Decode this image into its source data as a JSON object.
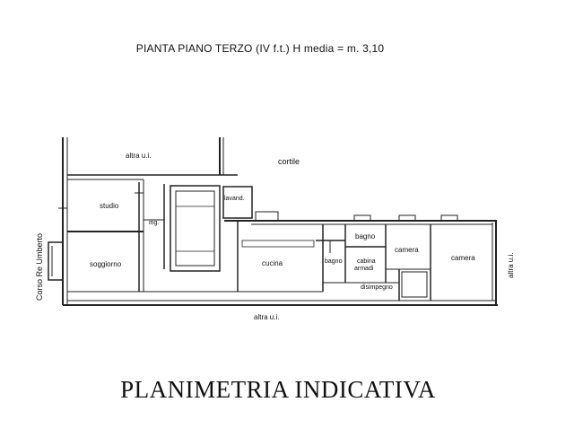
{
  "title": "PIANTA PIANO TERZO (IV f.t.) H media = m. 3,10",
  "footer": "PLANIMETRIA INDICATIVA",
  "labels": {
    "altra_ui_top": "altra u.i.",
    "cortile": "cortile",
    "street": "Corso Re Umberto",
    "altra_ui_right": "altra u.i.",
    "altra_ui_bottom": "altra u.i.",
    "studio": "studio",
    "soggiorno": "soggiorno",
    "ing": "ing.",
    "lavand": "lavand.",
    "cucina": "cucina",
    "bagno_top": "bagno",
    "bagno_left": "bagno",
    "cabina": "cabina",
    "armadi": "armadi",
    "camera_mid": "camera",
    "camera_right": "camera",
    "disimpegno": "disimpegno"
  }
}
